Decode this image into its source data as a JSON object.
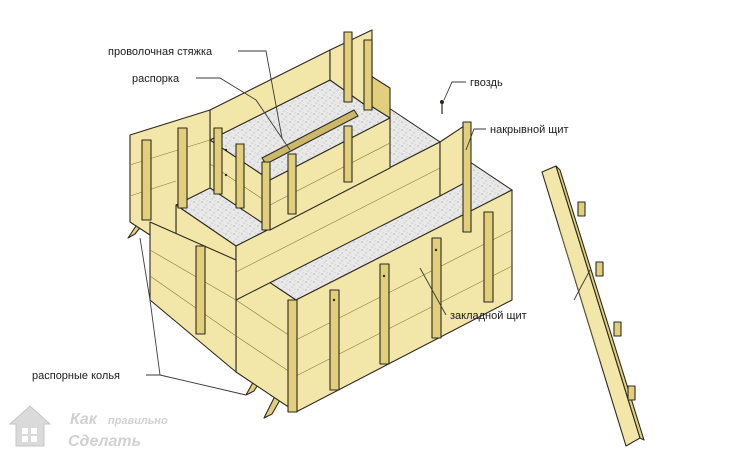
{
  "labels": {
    "wire_tie": "проволочная стяжка",
    "spacer": "распорка",
    "nail": "гвоздь",
    "cover_board": "накрывной щит",
    "embedded_board": "закладной щит",
    "stakes": "распорные колья"
  },
  "watermark": {
    "line1": "Как",
    "line2": "правильно",
    "line3": "Сделать"
  },
  "colors": {
    "wood": "#f2e6a8",
    "wood_shadow": "#e2cf7e",
    "gravel": "#e6e6e6",
    "outline": "#2c2a20"
  }
}
